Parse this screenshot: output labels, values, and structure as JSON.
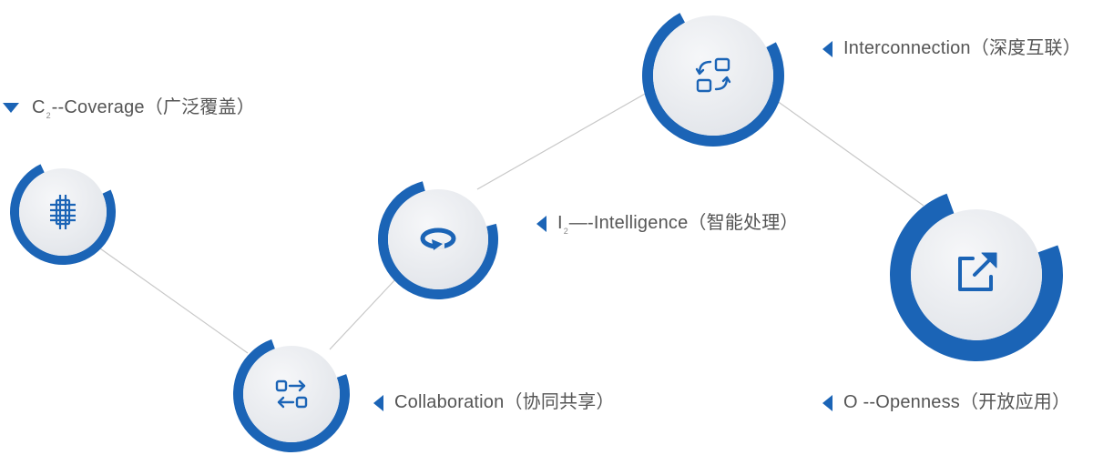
{
  "labels": {
    "coverage": {
      "prefix": "C",
      "sub": "2",
      "text": "--Coverage（广泛覆盖）"
    },
    "interconnection": {
      "text": "Interconnection（深度互联）"
    },
    "intelligence": {
      "prefix": "I",
      "sub": "2",
      "text": "—-Intelligence（智能处理）"
    },
    "collaboration": {
      "text": "Collaboration（协同共享）"
    },
    "openness": {
      "text": "O --Openness（开放应用）"
    }
  },
  "colors": {
    "accent": "#1b64b6",
    "node_fill": "#e9ebef",
    "connector": "#c8c8c8",
    "text": "#555555"
  },
  "icons": {
    "coverage": "chip-icon",
    "collaboration": "swap-icon",
    "intelligence": "rotate-icon",
    "interconnection": "sync-boxes-icon",
    "openness": "open-external-icon"
  }
}
